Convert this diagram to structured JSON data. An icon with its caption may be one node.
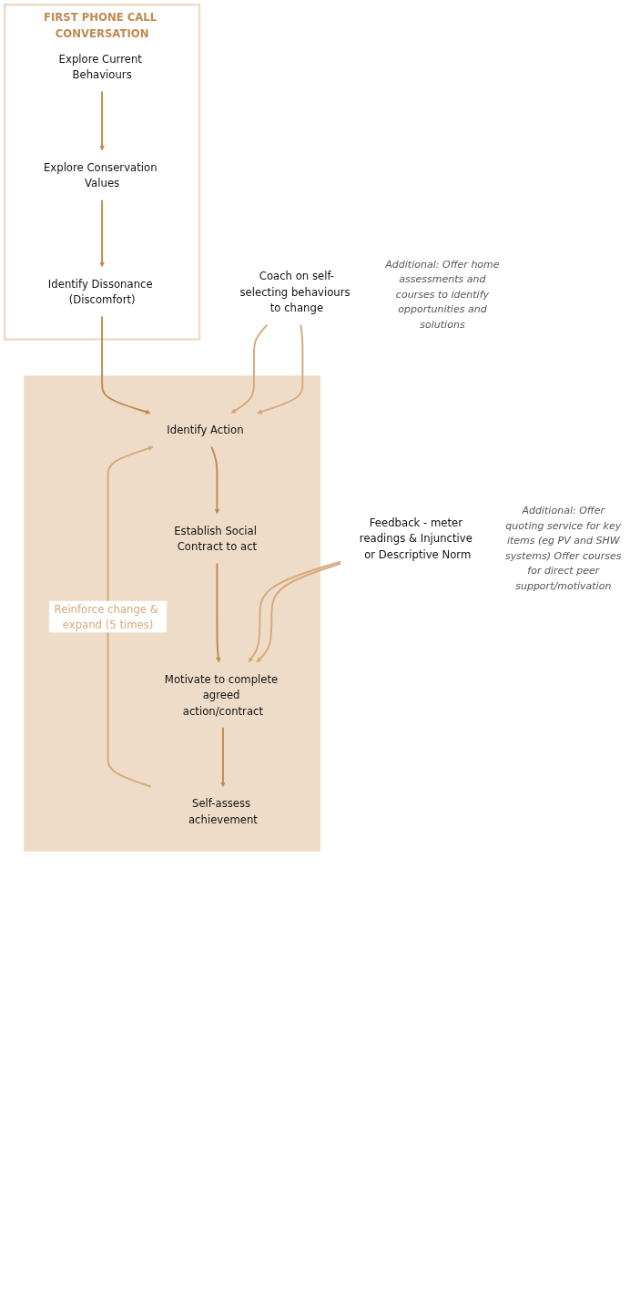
{
  "diagram": {
    "nodes": [
      {
        "text": [
          "FIRST PHONE CALL CONVERSATION"
        ]
      },
      {
        "text": [
          "Explore Current Behaviours"
        ],
        "in": 0
      },
      {
        "text": [
          "Explore Conservation Values"
        ],
        "in": 0
      },
      {
        "text": [
          "Identify Dissonance (Discomfort)"
        ],
        "in": 0
      },
      {
        "text": [],
        "shape": "box"
      },
      {
        "text": [
          "Identify Action"
        ],
        "in": 4
      },
      {
        "text": [
          "Establish Social Contract to act"
        ],
        "in": 4
      },
      {
        "text": [
          "Motivate to complete agreed action/contract"
        ],
        "in": 4
      },
      {
        "text": [
          "Self-assess achievement"
        ],
        "in": 4
      },
      {
        "text": [
          "Coach on self-selecting behaviours to change"
        ],
        "beside": [
          "Additional: Offer home assessments and courses to identify opportunities and solutions"
        ]
      },
      {
        "text": [
          "Feedback - meter readings & Injunctive or Descriptive Norm"
        ],
        "beside": [
          "Additional: Offer quoting service for key items (eg PV and SHW systems) Offer courses for direct peer support/motivation"
        ]
      }
    ],
    "edges": [
      {
        "from": 1,
        "to": 2,
        "arrow": "to"
      },
      {
        "from": 2,
        "to": 3,
        "arrow": "to"
      },
      {
        "from": 3,
        "to": 5,
        "arrow": "to"
      },
      {
        "from": 5,
        "to": 6,
        "arrow": "to"
      },
      {
        "from": 6,
        "to": 7,
        "arrow": "to"
      },
      {
        "from": 7,
        "to": 8,
        "arrow": "to"
      },
      {
        "from": 8,
        "to": 5,
        "arrow": "to",
        "label": "Reinforce change & expand (5 times)",
        "color": "#d6a97a"
      },
      {
        "from": 9,
        "to": 5,
        "arrow": "to",
        "color": "#d6a97a"
      },
      {
        "from": 9,
        "to": 5,
        "arrow": "to",
        "color": "#d6a97a"
      },
      {
        "from": 10,
        "to": 7,
        "arrow": "to",
        "color": "#d6a97a"
      },
      {
        "from": 10,
        "to": 7,
        "arrow": "to",
        "color": "#d6a97a"
      }
    ]
  }
}
